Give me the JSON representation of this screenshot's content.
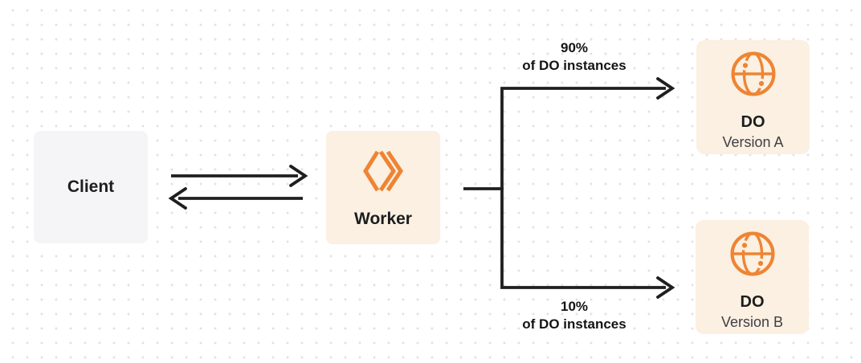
{
  "diagram": {
    "client": {
      "label": "Client"
    },
    "worker": {
      "label": "Worker",
      "icon": "workers-chevrons-icon"
    },
    "branch_top": {
      "percent": "90%",
      "caption": "of DO instances"
    },
    "branch_bottom": {
      "percent": "10%",
      "caption": "of DO instances"
    },
    "do_version_a": {
      "title": "DO",
      "subtitle": "Version A",
      "icon": "globe-icon"
    },
    "do_version_b": {
      "title": "DO",
      "subtitle": "Version B",
      "icon": "globe-icon"
    }
  },
  "colors": {
    "accent_orange": "#EE8434",
    "connector_line": "#1F1F1F",
    "cream_node_bg": "#FBF0E1",
    "client_node_bg": "#F5F5F7",
    "text_primary": "#1D1D1F",
    "text_secondary": "#3F3F45",
    "dot_grid": "#E3E3E6",
    "background": "#FFFFFF"
  }
}
